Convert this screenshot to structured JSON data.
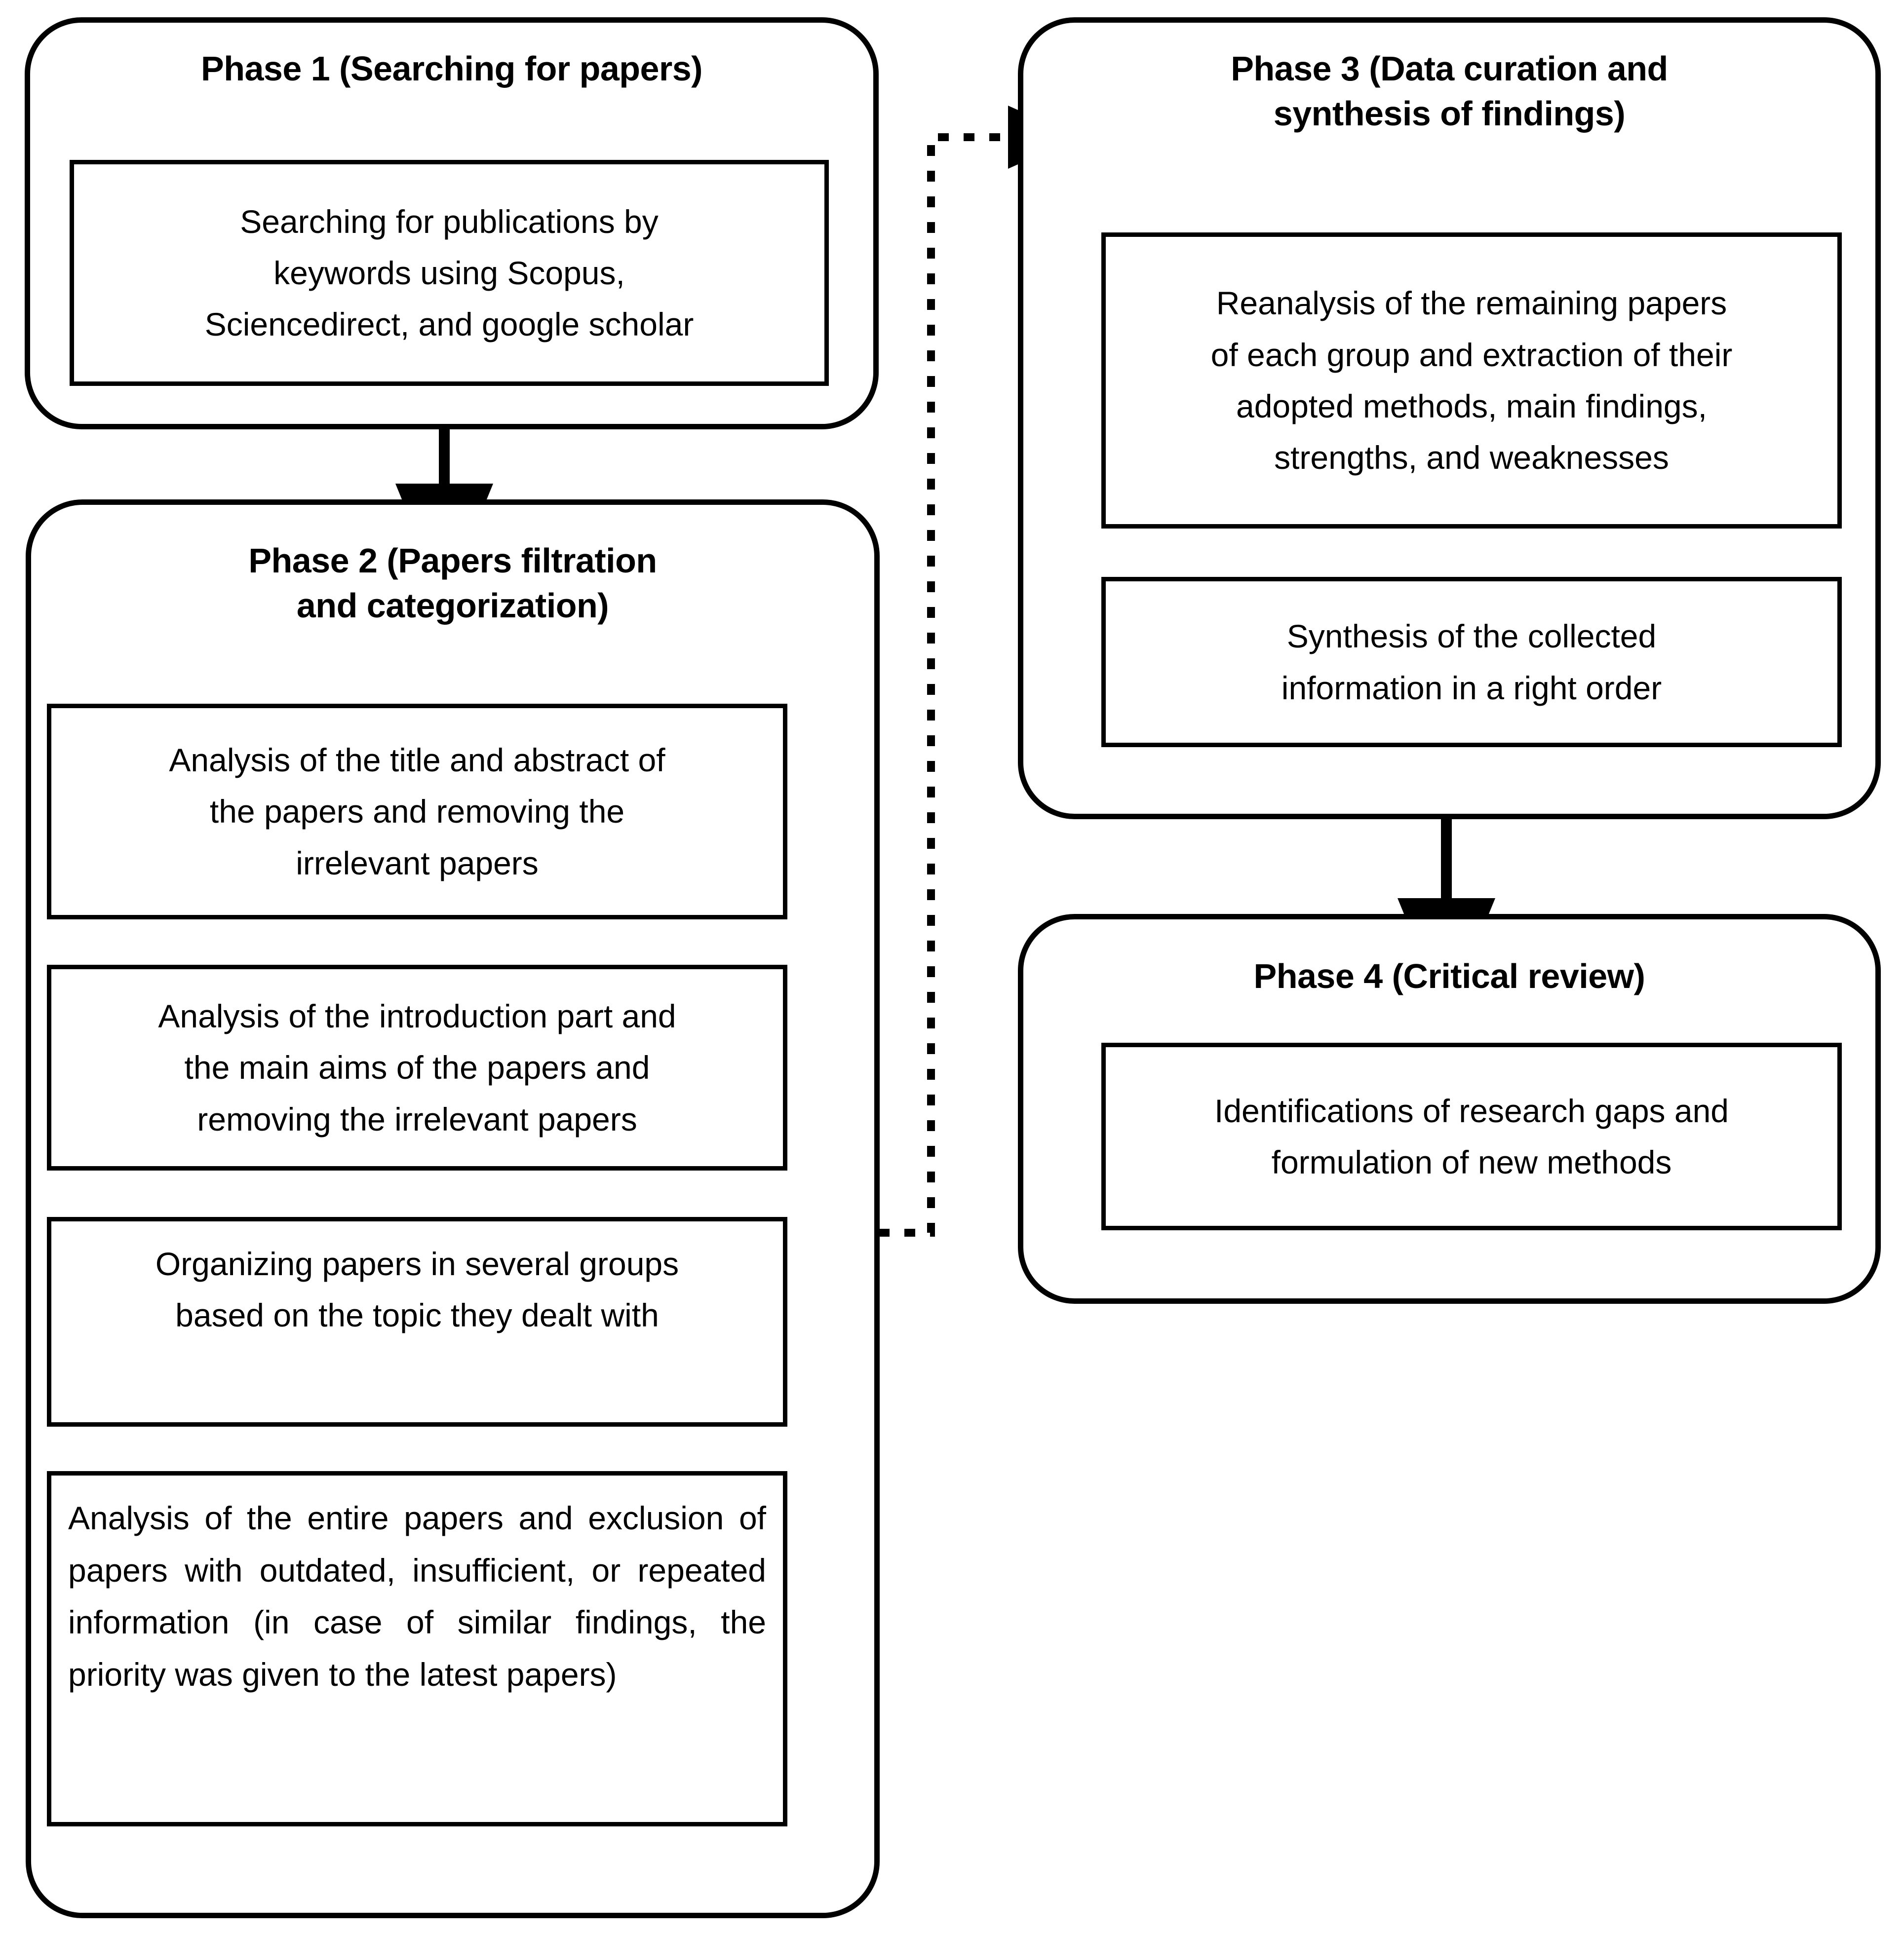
{
  "diagram": {
    "title": "Four-phase literature review methodology flowchart",
    "stroke_color": "#000000",
    "background_color": "#ffffff"
  },
  "phases": [
    {
      "id": "phase-1",
      "title": "Phase 1 (Searching for papers)",
      "steps": [
        {
          "id": "phase1-step1",
          "text": "Searching for publications by\nkeywords using Scopus,\nSciencedirect, and google scholar"
        }
      ]
    },
    {
      "id": "phase-2",
      "title": "Phase 2 (Papers filtration\nand categorization)",
      "steps": [
        {
          "id": "phase2-step1",
          "text": "Analysis of the title and abstract of\nthe papers and removing the\nirrelevant papers"
        },
        {
          "id": "phase2-step2",
          "text": "Analysis of the introduction part and\nthe main aims of the papers and\nremoving the irrelevant papers"
        },
        {
          "id": "phase2-step3",
          "text": "Organizing papers in several groups\nbased on the topic they dealt with"
        },
        {
          "id": "phase2-step4",
          "text": "Analysis of the entire papers and exclusion of papers with outdated, insufficient, or repeated information (in case of similar findings, the priority was given to the latest papers)"
        }
      ]
    },
    {
      "id": "phase-3",
      "title": "Phase 3 (Data curation and\nsynthesis of findings)",
      "steps": [
        {
          "id": "phase3-step1",
          "text": "Reanalysis of the remaining papers\nof each group and extraction of their\nadopted methods, main findings,\nstrengths, and weaknesses"
        },
        {
          "id": "phase3-step2",
          "text": "Synthesis of the collected\ninformation in a right order"
        }
      ]
    },
    {
      "id": "phase-4",
      "title": "Phase 4 (Critical review)",
      "steps": [
        {
          "id": "phase4-step1",
          "text": "Identifications of research gaps and\nformulation of new methods"
        }
      ]
    }
  ],
  "connectors": [
    {
      "id": "arrow-phase1-to-phase2",
      "style": "solid",
      "direction": "down",
      "from": "phase-1",
      "to": "phase-2"
    },
    {
      "id": "arrow-p2s1-to-p2s2",
      "style": "solid",
      "direction": "down",
      "from": "phase2-step1",
      "to": "phase2-step2"
    },
    {
      "id": "arrow-p2s2-to-p2s3",
      "style": "solid",
      "direction": "down",
      "from": "phase2-step2",
      "to": "phase2-step3"
    },
    {
      "id": "arrow-p2s3-to-p2s4",
      "style": "solid",
      "direction": "down",
      "from": "phase2-step3",
      "to": "phase2-step4"
    },
    {
      "id": "arrow-phase2-to-phase3",
      "style": "dotted",
      "direction": "right",
      "from": "phase-2",
      "to": "phase-3"
    },
    {
      "id": "arrow-p3s1-to-p3s2",
      "style": "solid",
      "direction": "down",
      "from": "phase3-step1",
      "to": "phase3-step2"
    },
    {
      "id": "arrow-phase3-to-phase4",
      "style": "solid",
      "direction": "down",
      "from": "phase-3",
      "to": "phase-4"
    }
  ]
}
